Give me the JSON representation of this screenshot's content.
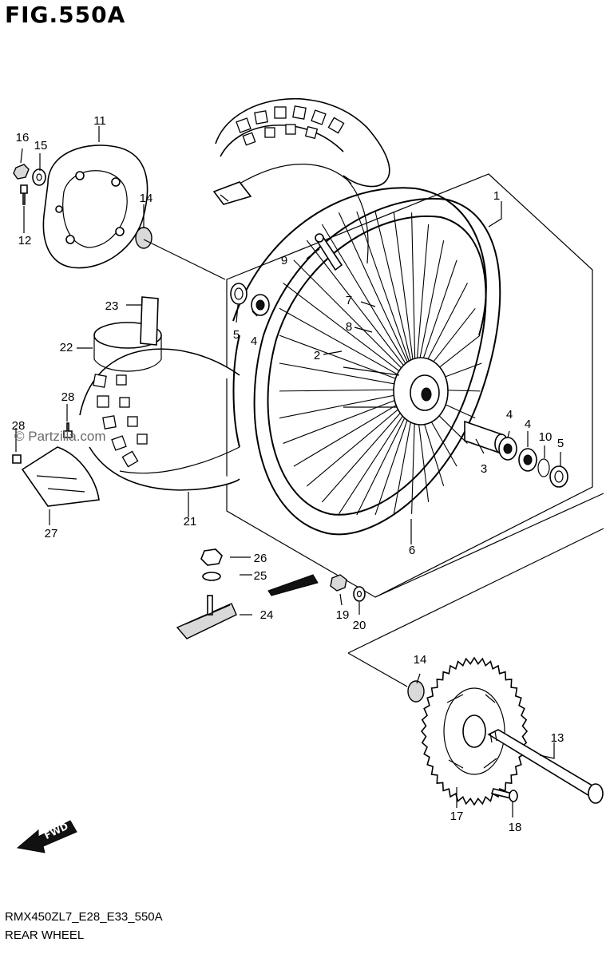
{
  "figure": {
    "title": "FIG.550A",
    "code": "RMX450ZL7_E28_E33_550A",
    "name": "REAR WHEEL",
    "watermark": "© Partzilla.com",
    "direction_label": "FWD"
  },
  "callouts": [
    "1",
    "2",
    "3",
    "4",
    "4",
    "4",
    "5",
    "5",
    "6",
    "7",
    "8",
    "9",
    "10",
    "11",
    "12",
    "13",
    "14",
    "14",
    "15",
    "16",
    "17",
    "18",
    "19",
    "20",
    "21",
    "22",
    "23",
    "24",
    "25",
    "26",
    "27",
    "28",
    "28"
  ],
  "parts": [
    {
      "ref": "1",
      "part": "rear-wheel-assembly"
    },
    {
      "ref": "2",
      "part": "hub"
    },
    {
      "ref": "3",
      "part": "spacer"
    },
    {
      "ref": "4",
      "part": "bearing"
    },
    {
      "ref": "5",
      "part": "oil-seal"
    },
    {
      "ref": "6",
      "part": "rim"
    },
    {
      "ref": "7",
      "part": "spoke-set"
    },
    {
      "ref": "8",
      "part": "spoke-set"
    },
    {
      "ref": "9",
      "part": "rim-lock-bolt"
    },
    {
      "ref": "10",
      "part": "circlip"
    },
    {
      "ref": "11",
      "part": "brake-disc"
    },
    {
      "ref": "12",
      "part": "disc-bolt"
    },
    {
      "ref": "13",
      "part": "rear-axle"
    },
    {
      "ref": "14",
      "part": "cap"
    },
    {
      "ref": "15",
      "part": "washer"
    },
    {
      "ref": "16",
      "part": "nut"
    },
    {
      "ref": "17",
      "part": "sprocket"
    },
    {
      "ref": "18",
      "part": "sprocket-bolt"
    },
    {
      "ref": "19",
      "part": "nut"
    },
    {
      "ref": "20",
      "part": "washer"
    },
    {
      "ref": "21",
      "part": "tire"
    },
    {
      "ref": "22",
      "part": "tube"
    },
    {
      "ref": "23",
      "part": "rim-band"
    },
    {
      "ref": "24",
      "part": "rim-lock"
    },
    {
      "ref": "25",
      "part": "washer"
    },
    {
      "ref": "26",
      "part": "nut"
    },
    {
      "ref": "27",
      "part": "disc-guard"
    },
    {
      "ref": "28",
      "part": "bolt"
    }
  ]
}
